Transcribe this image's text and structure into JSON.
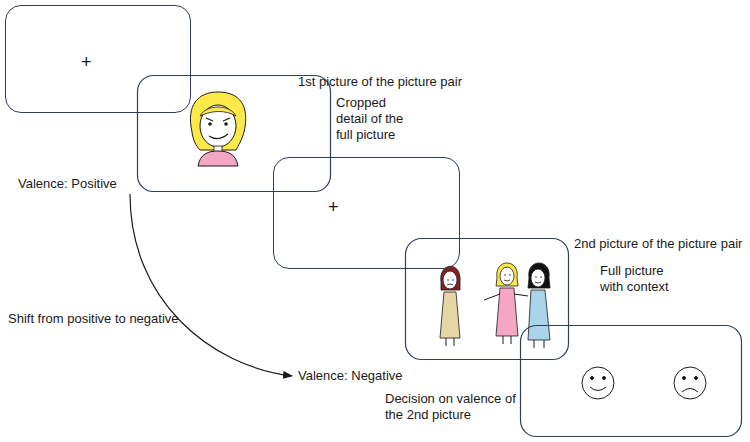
{
  "diagram": {
    "nodes": [
      {
        "text": [
          "+"
        ]
      },
      {
        "text": [
          "+"
        ]
      }
    ],
    "labels": [
      "1st picture of the picture pair",
      "Cropped detail of the full picture",
      "Valence: Positive",
      "Shift from positive to negative",
      "Valence: Negative",
      "2nd picture of the picture pair",
      "Full picture with context",
      "Decision on valence of the 2nd picture"
    ]
  }
}
